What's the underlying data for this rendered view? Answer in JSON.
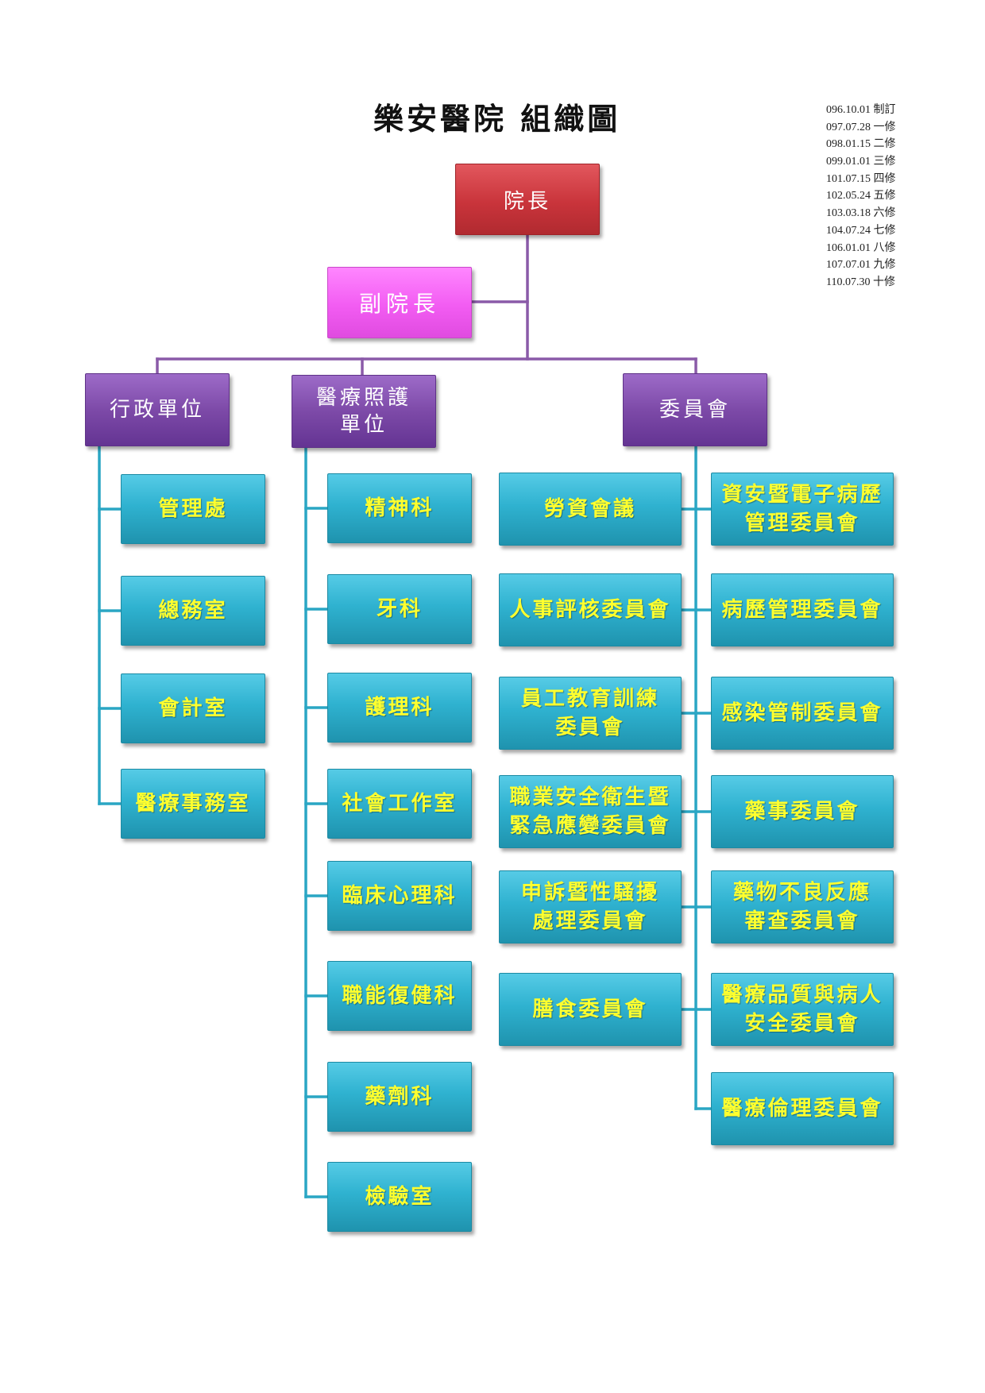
{
  "title": "樂安醫院  組織圖",
  "revisions": [
    "096.10.01 制訂",
    "097.07.28 一修",
    "098.01.15 二修",
    "099.01.01 三修",
    "101.07.15 四修",
    "102.05.24 五修",
    "103.03.18 六修",
    "104.07.24 七修",
    "106.01.01 八修",
    "107.07.01 九修",
    "110.07.30 十修"
  ],
  "colors": {
    "connector": "#8a5aa8",
    "teal_connector": "#2aa6c4",
    "teal_text": "#ffff2e"
  },
  "nodes": {
    "president": {
      "lines": [
        "院長"
      ]
    },
    "vice_president": {
      "lines": [
        "副院長"
      ]
    },
    "admin": {
      "lines": [
        "行政單位"
      ]
    },
    "medical": {
      "lines": [
        "醫療照護",
        "單位"
      ]
    },
    "committee": {
      "lines": [
        "委員會"
      ]
    },
    "admin_items": [
      {
        "lines": [
          "管理處"
        ]
      },
      {
        "lines": [
          "總務室"
        ]
      },
      {
        "lines": [
          "會計室"
        ]
      },
      {
        "lines": [
          "醫療事務室"
        ]
      }
    ],
    "medical_items": [
      {
        "lines": [
          "精神科"
        ]
      },
      {
        "lines": [
          "牙科"
        ]
      },
      {
        "lines": [
          "護理科"
        ]
      },
      {
        "lines": [
          "社會工作室"
        ]
      },
      {
        "lines": [
          "臨床心理科"
        ]
      },
      {
        "lines": [
          "職能復健科"
        ]
      },
      {
        "lines": [
          "藥劑科"
        ]
      },
      {
        "lines": [
          "檢驗室"
        ]
      }
    ],
    "committee_left": [
      {
        "lines": [
          "勞資會議"
        ]
      },
      {
        "lines": [
          "人事評核委員會"
        ]
      },
      {
        "lines": [
          "員工教育訓練",
          "委員會"
        ]
      },
      {
        "lines": [
          "職業安全衛生暨",
          "緊急應變委員會"
        ]
      },
      {
        "lines": [
          "申訴暨性騷擾",
          "處理委員會"
        ]
      },
      {
        "lines": [
          "膳食委員會"
        ]
      }
    ],
    "committee_right": [
      {
        "lines": [
          "資安暨電子病歷",
          "管理委員會"
        ]
      },
      {
        "lines": [
          "病歷管理委員會"
        ]
      },
      {
        "lines": [
          "感染管制委員會"
        ]
      },
      {
        "lines": [
          "藥事委員會"
        ]
      },
      {
        "lines": [
          "藥物不良反應",
          "審查委員會"
        ]
      },
      {
        "lines": [
          "醫療品質與病人",
          "安全委員會"
        ]
      },
      {
        "lines": [
          "醫療倫理委員會"
        ]
      }
    ]
  }
}
